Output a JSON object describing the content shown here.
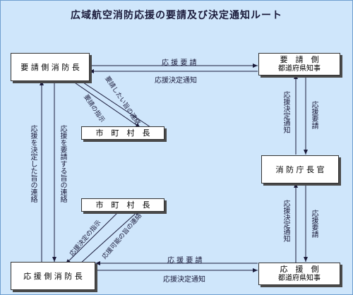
{
  "title": "広域航空消防応援の要請及び決定通知ルート",
  "boxes": {
    "req_chief": "要 請 側 消 防 長",
    "req_gov_line1": "要　請　側",
    "req_gov_line2": "都道府県知事",
    "town1": "市　町　村　長",
    "agency": "消 防 庁 長 官",
    "town2": "市　町　村　長",
    "sup_chief": "応 援 側 消 防 長",
    "sup_gov_line1": "応　援　側",
    "sup_gov_line2": "都道府県知事"
  },
  "labels": {
    "top_request": "応 援 要 請",
    "top_decision": "応援決定通知",
    "right_upper_decision": "応援決定通知",
    "right_upper_request": "応援要請",
    "right_lower_decision": "応援決定通知",
    "right_lower_request": "応援要請",
    "bottom_request": "応 援 要 請",
    "bottom_decision": "応援決定通知",
    "left_decided": "応援を決定した旨の連絡",
    "left_request": "応援を要請する旨の連絡",
    "diag_contact_up": "要請したい旨の連絡",
    "diag_instruction_up": "要請の指示",
    "diag_instruction_low": "応援決定の指示",
    "diag_contact_low": "応援可能の旨の連絡"
  }
}
